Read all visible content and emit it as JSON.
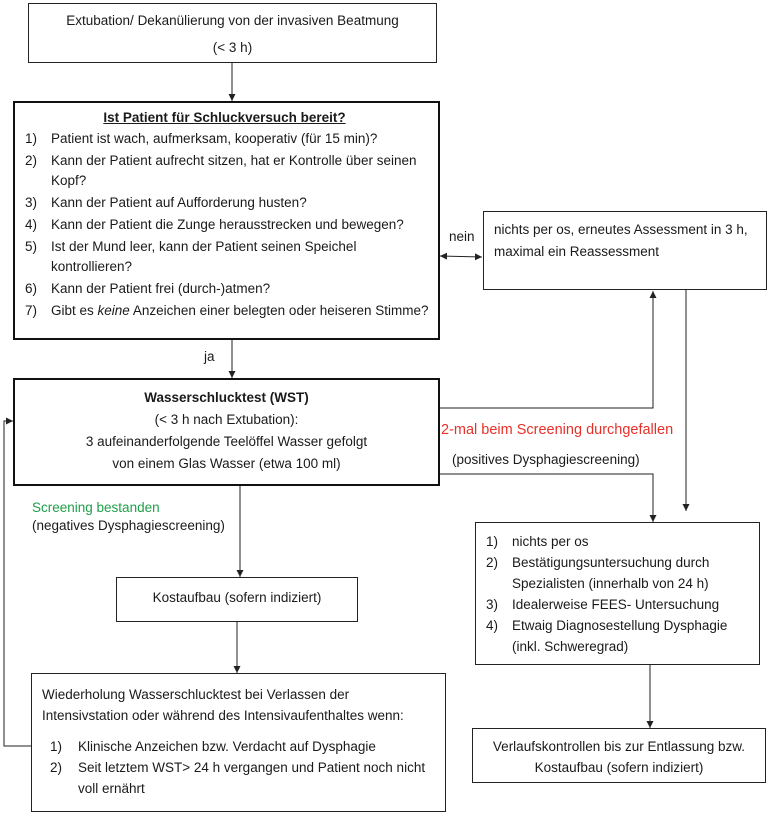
{
  "colors": {
    "fail_red": "#e8302a",
    "pass_green": "#1fa04a",
    "line": "#222222"
  },
  "box_extubation": {
    "line1": "Extubation/ Dekanülierung von der invasiven Beatmung",
    "line2": "(< 3 h)"
  },
  "box_readiness": {
    "title": "Ist Patient für Schluckversuch bereit?",
    "items": [
      {
        "num": "1)",
        "text": "Patient ist wach, aufmerksam, kooperativ (für 15 min)?"
      },
      {
        "num": "2)",
        "text": "Kann der Patient aufrecht sitzen, hat er Kontrolle über seinen Kopf?"
      },
      {
        "num": "3)",
        "text": "Kann der Patient auf Aufforderung husten?"
      },
      {
        "num": "4)",
        "text": "Kann der Patient die Zunge herausstrecken und bewegen?"
      },
      {
        "num": "5)",
        "text": "Ist der Mund leer, kann der Patient seinen Speichel kontrollieren?"
      },
      {
        "num": "6)",
        "text": "Kann der Patient frei (durch-)atmen?"
      },
      {
        "num": "7)",
        "text_pre": "Gibt es ",
        "text_em": "keine",
        "text_post": " Anzeichen einer belegten oder heiseren Stimme?"
      }
    ]
  },
  "box_reassess": {
    "text": "nichts per os, erneutes Assessment in 3 h, maximal ein Reassessment"
  },
  "box_wst": {
    "title": "Wasserschlucktest (WST)",
    "line1": "(< 3 h nach Extubation):",
    "line2": "3 aufeinanderfolgende Teelöffel Wasser gefolgt",
    "line3": "von einem Glas Wasser (etwa 100 ml)"
  },
  "box_kostaufbau": {
    "text": "Kostaufbau (sofern indiziert)"
  },
  "box_repeat": {
    "text": "Wiederholung Wasserschlucktest bei Verlassen der Intensivstation oder während des Intensivaufenthaltes wenn:",
    "items": [
      {
        "num": "1)",
        "text": "Klinische Anzeichen bzw. Verdacht auf Dysphagie"
      },
      {
        "num": "2)",
        "text": "Seit letztem WST> 24 h vergangen und Patient noch nicht voll ernährt"
      }
    ]
  },
  "box_specialist": {
    "items": [
      {
        "num": "1)",
        "text": "nichts per os"
      },
      {
        "num": "2)",
        "text": "Bestätigungsuntersuchung durch Spezialisten (innerhalb von 24 h)"
      },
      {
        "num": "3)",
        "text": "Idealerweise FEES- Untersuchung"
      },
      {
        "num": "4)",
        "text": "Etwaig Diagnosestellung Dysphagie (inkl. Schweregrad)"
      }
    ]
  },
  "box_followup": {
    "text": "Verlaufskontrollen bis zur Entlassung bzw. Kostaufbau (sofern indiziert)"
  },
  "labels": {
    "nein": "nein",
    "ja": "ja",
    "failed_twice": "2-mal beim Screening durchgefallen",
    "positive": "(positives Dysphagiescreening)",
    "passed": "Screening bestanden",
    "negative": "(negatives Dysphagiescreening)"
  }
}
